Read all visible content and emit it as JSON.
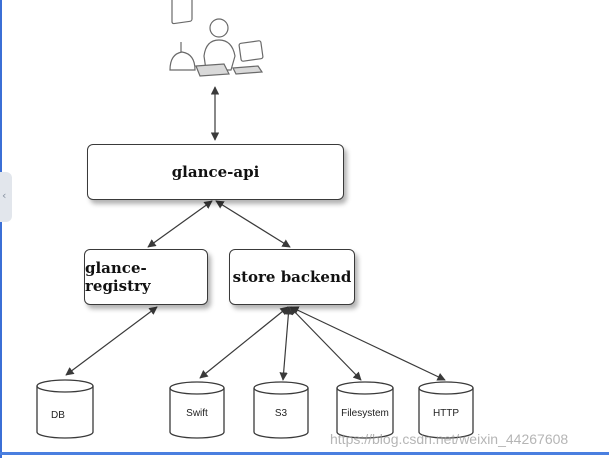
{
  "diagram": {
    "user_icon": "user-at-computer-icon",
    "nodes": {
      "api": "glance-api",
      "registry": "glance-registry",
      "store": "store backend"
    },
    "storage": {
      "db": "DB",
      "swift": "Swift",
      "s3": "S3",
      "filesystem": "Filesystem",
      "http": "HTTP"
    }
  },
  "watermark": "https://blog.csdn.net/weixin_44267608",
  "colors": {
    "frame_accent": "#3b6fd6",
    "line": "#3a3a3a"
  }
}
